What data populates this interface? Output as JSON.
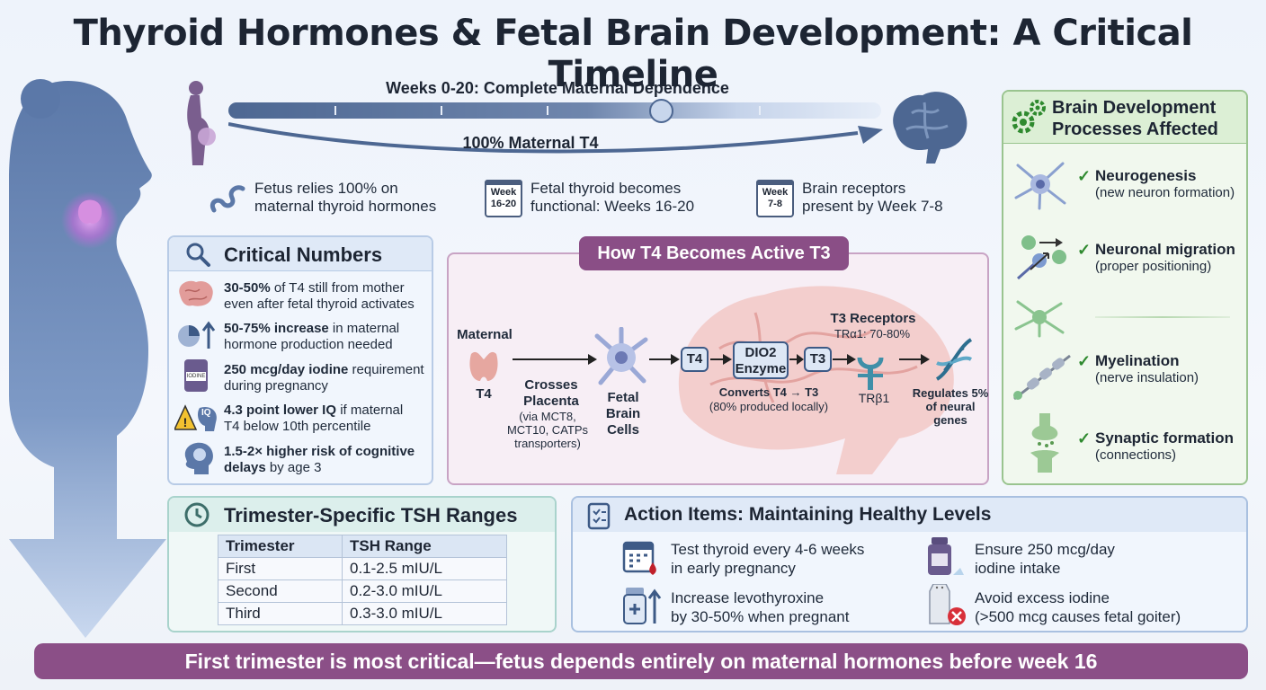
{
  "title": "Thyroid Hormones & Fetal Brain Development: A Critical Timeline",
  "timeline": {
    "title": "Weeks 0-20: Complete Maternal Dependence",
    "arrow_label": "100% Maternal T4"
  },
  "facts": [
    {
      "icon": "umbilical-cord-icon",
      "text1": "Fetus relies 100% on",
      "text2": "maternal thyroid hormones"
    },
    {
      "icon": "calendar-icon",
      "badge1": "Week",
      "badge2": "16-20",
      "text1": "Fetal thyroid becomes",
      "text2": "functional: Weeks 16-20"
    },
    {
      "icon": "calendar-icon",
      "badge1": "Week",
      "badge2": "7-8",
      "text1": "Brain receptors",
      "text2": "present by Week 7-8"
    }
  ],
  "critical_numbers": {
    "title": "Critical Numbers",
    "items": [
      {
        "bold": "30-50%",
        "rest1": " of T4 still from mother",
        "line2": "even after fetal thyroid activates"
      },
      {
        "bold": "50-75% increase",
        "rest1": " in maternal",
        "line2": "hormone production needed"
      },
      {
        "bold": "250 mcg/day iodine",
        "rest1": " requirement",
        "line2": "during pregnancy",
        "bottle_label": "IODINE"
      },
      {
        "bold": "4.3 point lower IQ",
        "rest1": " if maternal",
        "line2": "T4 below 10th percentile",
        "iq_label": "IQ"
      },
      {
        "bold": "1.5-2× higher risk of cognitive",
        "rest1": "",
        "line2_bold": "delays",
        "line2": " by age 3"
      }
    ]
  },
  "t4_to_t3": {
    "title": "How T4 Becomes Active T3",
    "maternal": "Maternal",
    "t4_label": "T4",
    "crosses": "Crosses Placenta",
    "crosses_sub": "(via MCT8, MCT10, CATPs transporters)",
    "fetal_cells": "Fetal Brain Cells",
    "box_t4": "T4",
    "box_dio2": "DIO2 Enzyme",
    "box_t3": "T3",
    "converts": "Converts T4 → T3",
    "converts_sub": "(80% produced locally)",
    "receptors": "T3 Receptors",
    "receptors_sub": "TRα1: 70-80%",
    "trb": "TRβ1",
    "regulates": "Regulates 5% of neural genes"
  },
  "brain_processes": {
    "title": "Brain Development Processes Affected",
    "items": [
      {
        "icon": "neuron-icon",
        "name": "Neurogenesis",
        "sub": "(new neuron formation)"
      },
      {
        "icon": "migrating-neuron-icon",
        "name": "Neuronal migration",
        "sub": "(proper positioning)"
      },
      {
        "icon": "glial-cell-icon",
        "name": "",
        "sub": ""
      },
      {
        "icon": "myelinated-axon-icon",
        "name": "Myelination",
        "sub": "(nerve insulation)"
      },
      {
        "icon": "synapse-icon",
        "name": "Synaptic formation",
        "sub": "(connections)"
      }
    ]
  },
  "tsh": {
    "title": "Trimester-Specific TSH Ranges",
    "headers": [
      "Trimester",
      "TSH Range"
    ],
    "rows": [
      [
        "First",
        "0.1-2.5 mIU/L"
      ],
      [
        "Second",
        "0.2-3.0 mIU/L"
      ],
      [
        "Third",
        "0.3-3.0 mIU/L"
      ]
    ]
  },
  "actions": {
    "title": "Action Items: Maintaining Healthy Levels",
    "items": [
      {
        "icon": "calendar-blood-icon",
        "line1": "Test thyroid every 4-6 weeks",
        "line2": "in early pregnancy"
      },
      {
        "icon": "supplement-bottle-icon",
        "line1": "Ensure 250 mcg/day",
        "line2": "iodine intake"
      },
      {
        "icon": "medication-bottle-icon",
        "line1": "Increase levothyroxine",
        "line2": "by 30-50% when pregnant"
      },
      {
        "icon": "salt-shaker-no-icon",
        "line1": "Avoid excess iodine",
        "line2": "(>500 mcg causes fetal goiter)"
      }
    ]
  },
  "banner": "First trimester is most critical—fetus depends entirely on maternal hormones before week 16",
  "colors": {
    "accent_purple": "#8b4f87",
    "navy": "#4d6792",
    "green": "#2f8a2f"
  }
}
